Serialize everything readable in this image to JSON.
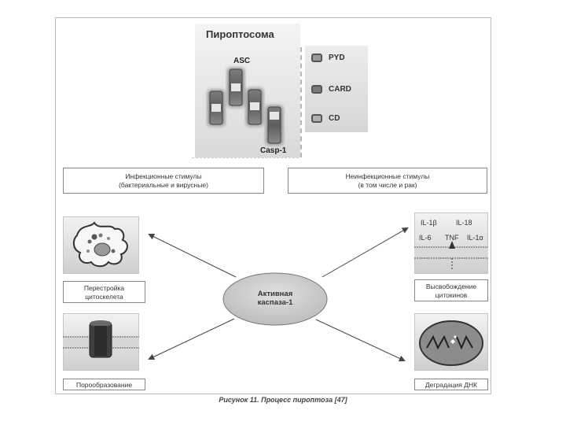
{
  "pyroptosome": {
    "title": "Пироптосома",
    "asc_label": "ASC",
    "casp_label": "Casp-1"
  },
  "legend": [
    {
      "label": "PYD",
      "fill": "#9a9a9a"
    },
    {
      "label": "CARD",
      "fill": "#7a7a7a"
    },
    {
      "label": "CD",
      "fill": "#b0b0b0"
    }
  ],
  "stimuli": {
    "infectious_line1": "Инфекционные стимулы",
    "infectious_line2": "(бактериальные и вирусные)",
    "noninfectious_line1": "Неинфекционные стимулы",
    "noninfectious_line2": "(в том числе и рак)"
  },
  "center": {
    "line1": "Активная",
    "line2": "каспаза-1"
  },
  "outcomes": {
    "cytoskeleton_line1": "Перестройка",
    "cytoskeleton_line2": "цитоскелета",
    "cytokines_line1": "Высвобождение",
    "cytokines_line2": "цитокинов",
    "pore": "Порообразование",
    "dna": "Деградация ДНК"
  },
  "cytokines": {
    "il1b": "IL-1β",
    "il18": "IL-18",
    "il6": "IL-6",
    "tnf": "TNF",
    "il1a": "IL-1α"
  },
  "caption": "Рисунок 11. Процесс пироптоза [47]",
  "colors": {
    "frame": "#bdbdbd",
    "ellipse_fill": "#cfcfcf",
    "arrow": "#444444"
  }
}
